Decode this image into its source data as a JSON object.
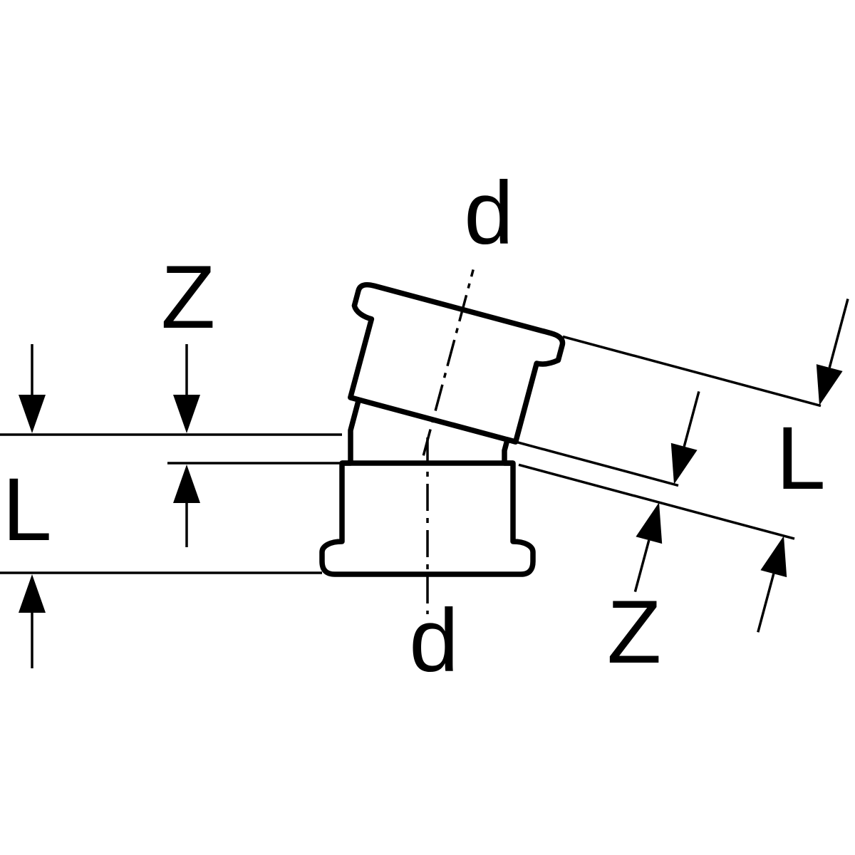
{
  "diagram": {
    "type": "technical-dimension-drawing",
    "subject": "pipe-fitting-bend-with-two-press-sockets",
    "colors": {
      "line": "#000000",
      "background": "#ffffff"
    },
    "labels": {
      "d_top": "d",
      "d_bottom": "d",
      "z_left": "Z",
      "z_right": "Z",
      "l_left": "L",
      "l_right": "L"
    }
  }
}
